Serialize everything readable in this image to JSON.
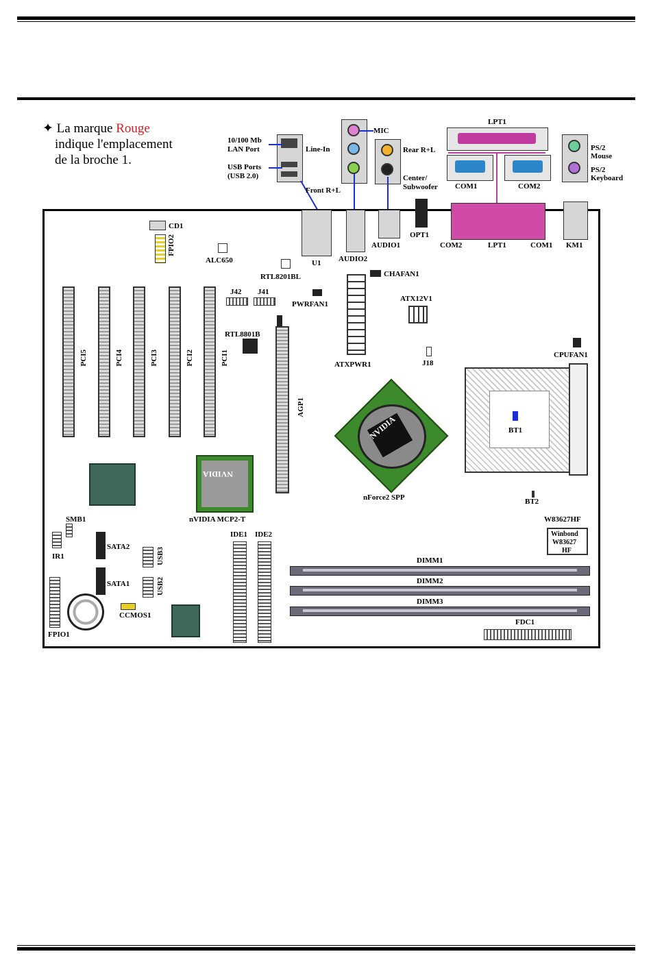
{
  "note": {
    "line1_prefix": "La marque ",
    "line1_red": "Rouge",
    "line2": "indique l'emplacement",
    "line3": "de la broche 1."
  },
  "colors": {
    "pin1_red": "#d42020",
    "wire_blue": "#1a2ed8",
    "lpt_magenta": "#c03aa0",
    "chipset_green": "#3c8a2c"
  },
  "io": {
    "lan": "10/100 Mb",
    "lan2": "LAN Port",
    "usb": "USB Ports",
    "usb2": "(USB 2.0)",
    "mic": "MIC",
    "line_in": "Line-In",
    "front": "Front R+L",
    "rear": "Rear R+L",
    "center": "Center/",
    "sub": "Subwoofer",
    "lpt1": "LPT1",
    "com1": "COM1",
    "com2": "COM2",
    "ps2_mouse": "PS/2",
    "ps2_mouse2": "Mouse",
    "ps2_kb": "PS/2",
    "ps2_kb2": "Keyboard"
  },
  "board": {
    "cd1": "CD1",
    "fpio2": "FPIO2",
    "alc650": "ALC650",
    "rtl8201": "RTL8201BL",
    "u1": "U1",
    "audio2": "AUDIO2",
    "audio1": "AUDIO1",
    "opt1": "OPT1",
    "com2": "COM2",
    "lpt1": "LPT1",
    "com1": "COM1",
    "km1": "KM1",
    "chafan1": "CHAFAN1",
    "pwrfan1": "PWRFAN1",
    "atx12v1": "ATX12V1",
    "atxpwr1": "ATXPWR1",
    "j18": "J18",
    "cpufan1": "CPUFAN1",
    "j42": "J42",
    "j41": "J41",
    "rtl8801b": "RTL8801B",
    "pci5": "PCI5",
    "pci4": "PCI4",
    "pci3": "PCI3",
    "pci2": "PCI2",
    "pci1": "PCI1",
    "agp1": "AGP1",
    "nforce": "nForce2 SPP",
    "nvidia_mcp": "nVIDIA MCP2-T",
    "bt1": "BT1",
    "bt2": "BT2",
    "w83627": "W83627HF",
    "winbond": "Winbond",
    "winbond2": "W83627",
    "winbond3": "HF",
    "smb1": "SMB1",
    "ir1": "IR1",
    "sata2": "SATA2",
    "sata1": "SATA1",
    "usb3": "USB3",
    "usb2": "USB2",
    "ccmos1": "CCMOS1",
    "fpio1": "FPIO1",
    "ide1": "IDE1",
    "ide2": "IDE2",
    "dimm1": "DIMM1",
    "dimm2": "DIMM2",
    "dimm3": "DIMM3",
    "fdc1": "FDC1",
    "nvidia_text": "NVIDIA",
    "nvidia_mcp_text": "NVIDIA"
  }
}
